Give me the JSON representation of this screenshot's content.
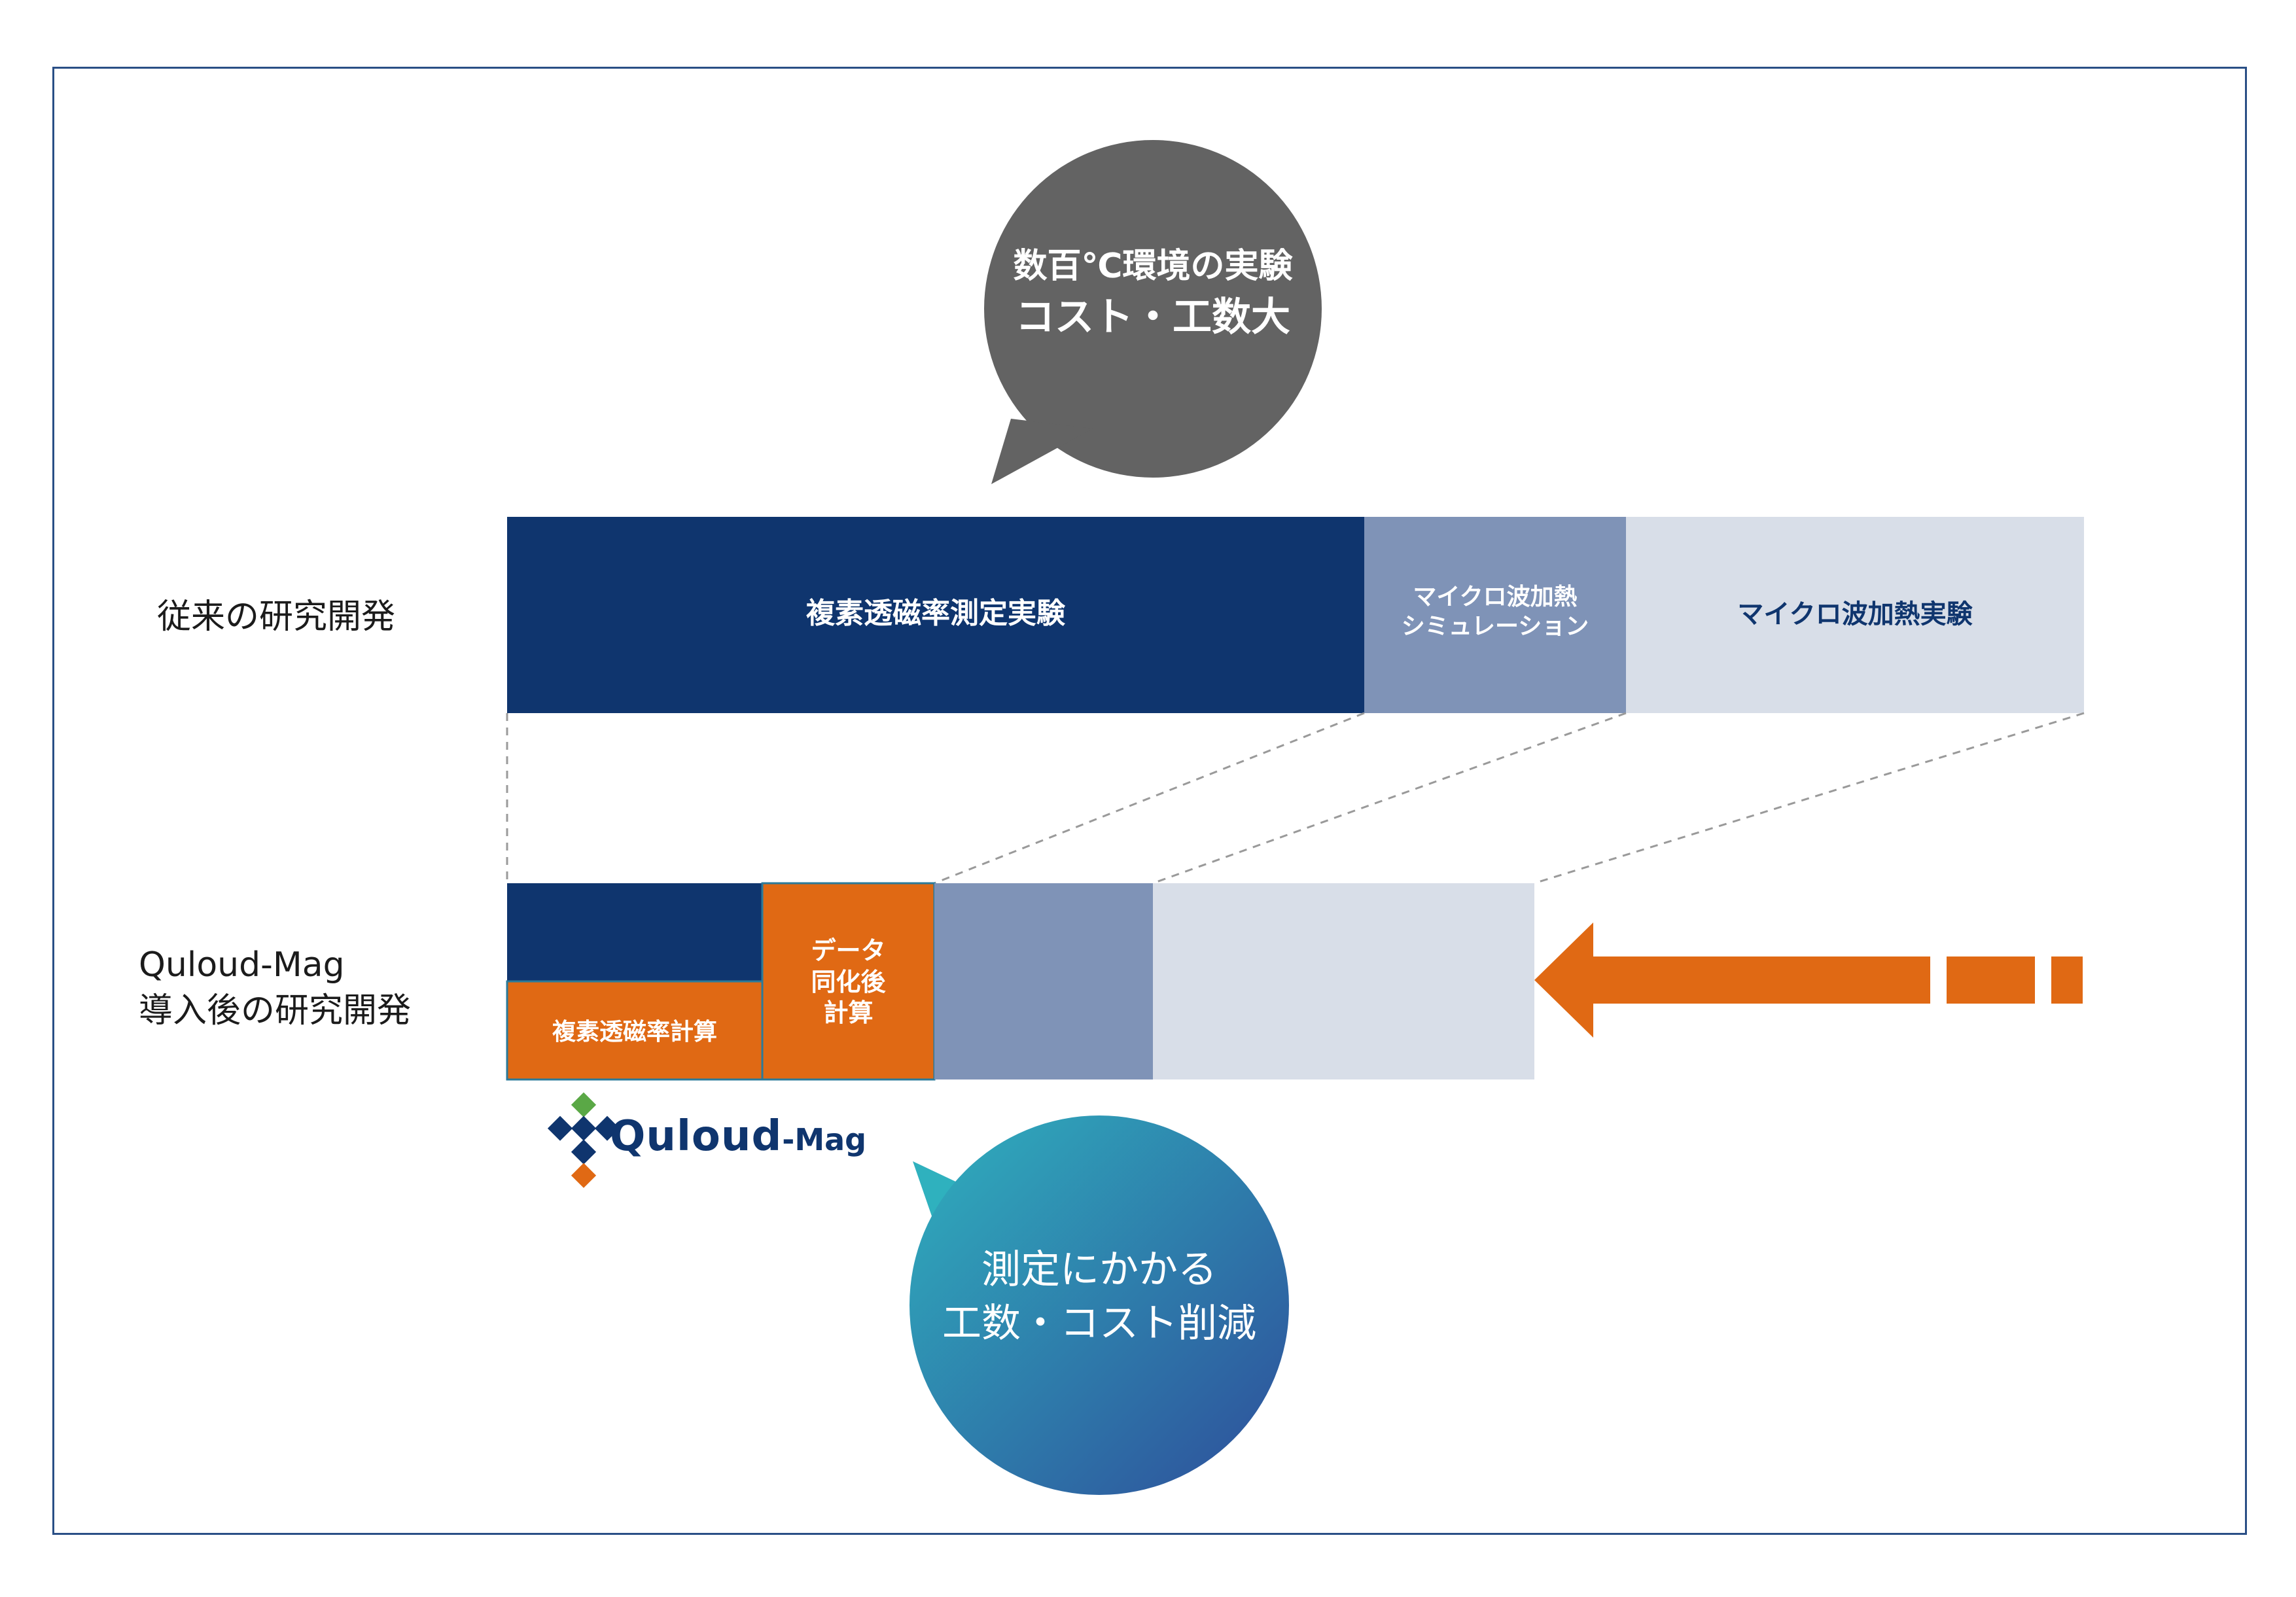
{
  "bubble_top": {
    "line1": "数百℃環境の実験",
    "line2": "コスト・工数大",
    "color": "#636363"
  },
  "row_conventional": {
    "label": "従来の研究開発",
    "segments": [
      {
        "text": "複素透磁率測定実験",
        "color": "#0f356e"
      },
      {
        "text": "マイクロ波加熱\nシミュレーション",
        "color": "#7f93b7"
      },
      {
        "text": "マイクロ波加熱実験",
        "color": "#d8dee8"
      }
    ]
  },
  "row_quloud": {
    "label_line1": "Quloud-Mag",
    "label_line2": "導入後の研究開発",
    "segments": [
      {
        "text": "",
        "color": "#0f356e"
      },
      {
        "text": "複素透磁率計算",
        "color": "#e06914"
      },
      {
        "text": "データ\n同化後\n計算",
        "color": "#e06914"
      },
      {
        "text": "",
        "color": "#7f93b7"
      },
      {
        "text": "",
        "color": "#d8dee8"
      }
    ]
  },
  "arrow": {
    "color": "#e06914"
  },
  "logo": {
    "name_main": "Quloud",
    "name_suffix": "-Mag",
    "colors": [
      "#0f356e",
      "#5aa846",
      "#e06914"
    ]
  },
  "bubble_bottom": {
    "line1": "測定にかかる",
    "line2": "工数・コスト削減",
    "gradient_from": "#2fb1be",
    "gradient_to": "#2e4d9a"
  },
  "frame_color": "#2a4f86"
}
